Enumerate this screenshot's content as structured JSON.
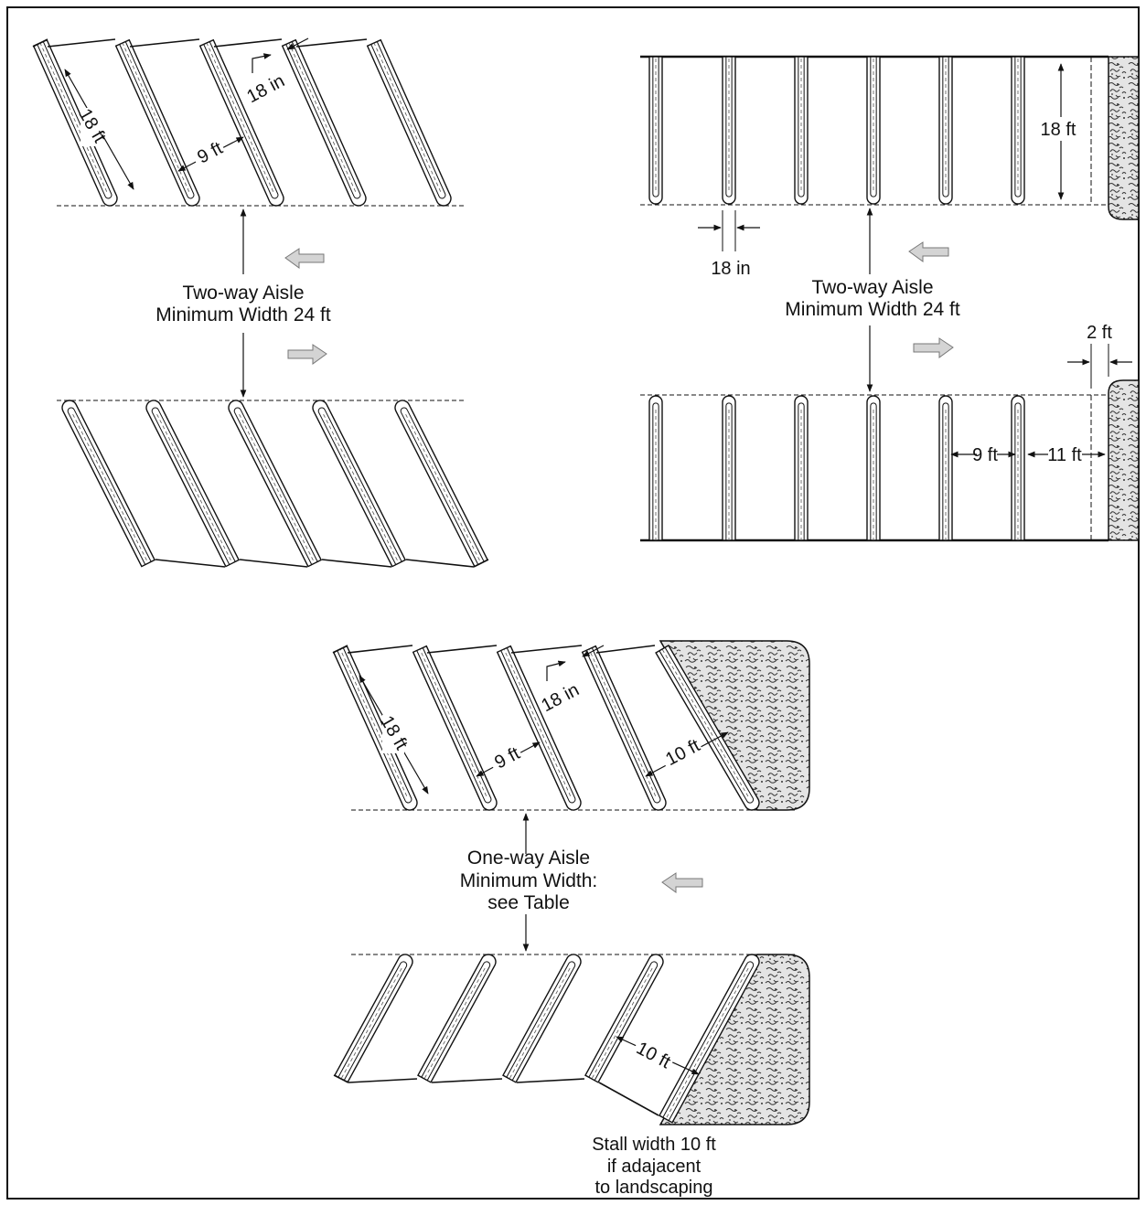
{
  "panels": {
    "top_left": {
      "stall_length": "18 ft",
      "stall_width": "9 ft",
      "stripe_width": "18 in",
      "aisle_line1": "Two-way Aisle",
      "aisle_line2": "Minimum Width 24 ft"
    },
    "top_right": {
      "stall_length": "18 ft",
      "stripe_width": "18 in",
      "aisle_line1": "Two-way Aisle",
      "aisle_line2": "Minimum Width 24 ft",
      "overhang": "2 ft",
      "stall_width": "9 ft",
      "end_stall_width": "11 ft"
    },
    "bottom": {
      "stall_length": "18 ft",
      "stall_width": "9 ft",
      "stripe_width": "18 in",
      "landscape_stall_width_top": "10 ft",
      "landscape_stall_width_bottom": "10 ft",
      "aisle_line1": "One-way Aisle",
      "aisle_line2": "Minimum Width:",
      "aisle_line3": "see Table",
      "note_line1": "Stall width 10 ft",
      "note_line2": "if adajacent",
      "note_line3": "to landscaping"
    }
  },
  "colors": {
    "line": "#111111",
    "arrow_fill": "#d4d4d4",
    "arrow_stroke": "#777777",
    "landscape_fill": "#e2e2e2"
  }
}
